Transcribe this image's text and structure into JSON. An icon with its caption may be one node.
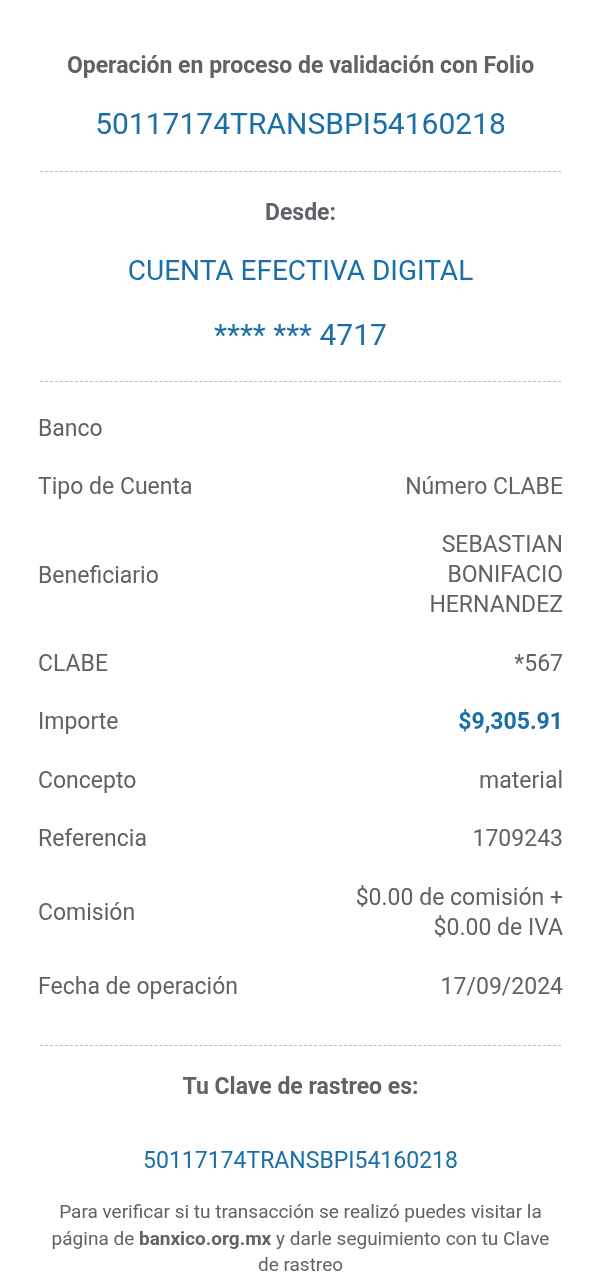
{
  "diagram": {
    "labels": [
      "Operación en proceso de validación con Folio",
      "50117174TRANSBPI54160218",
      "Desde:",
      "CUENTA EFECTIVA DIGITAL",
      "**** *** 4717",
      "Banco",
      "Tipo de Cuenta",
      "Número CLABE",
      "Beneficiario",
      "SEBASTIAN BONIFACIO HERNANDEZ",
      "CLABE",
      "*567",
      "Importe",
      "$9,305.91",
      "Concepto",
      "material",
      "Referencia",
      "1709243",
      "Comisión",
      "$0.00 de comisión + $0.00 de IVA",
      "Fecha de operación",
      "17/09/2024",
      "Tu Clave de rastreo es:",
      "50117174TRANSBPI54160218",
      "Para verificar si tu transacción se realizó puedes visitar la página de **banxico.org.mx** y darle seguimiento con tu Clave de rastreo"
    ]
  }
}
